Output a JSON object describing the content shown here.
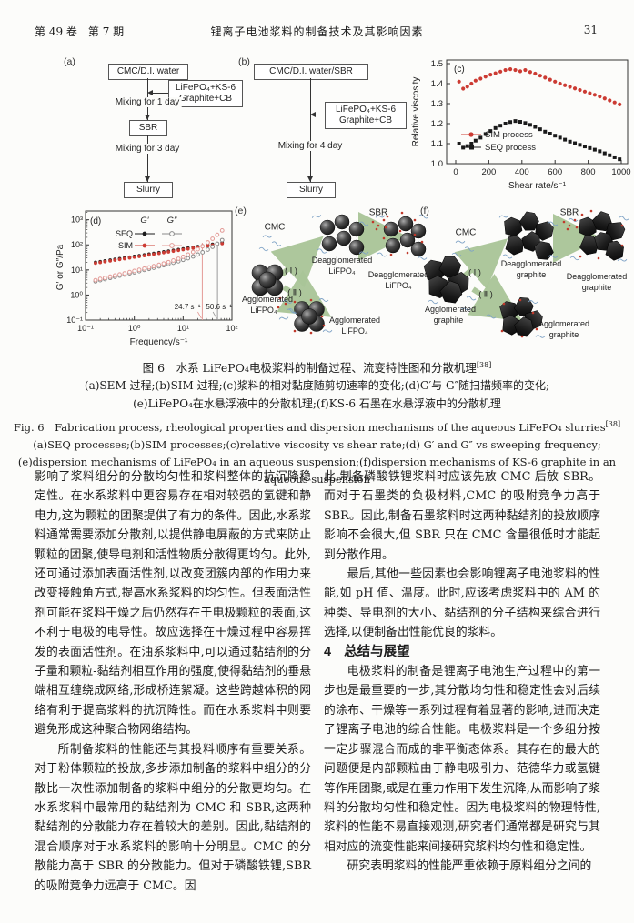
{
  "header": {
    "issue": "第 49 卷　第 7 期",
    "title": "锂离子电池浆料的制备技术及其影响因素",
    "page_number": "31"
  },
  "figure": {
    "flow_a": {
      "tag": "(a)",
      "top_box": "CMC/D.I. water",
      "side_box_line1": "LiFePO₄+KS-6",
      "side_box_line2": "Graphite+CB",
      "step1": "Mixing for 1 day",
      "mid_box": "SBR",
      "step2": "Mixing for 3 day",
      "end_box": "Slurry"
    },
    "flow_b": {
      "tag": "(b)",
      "top_box": "CMC/D.I. water/SBR",
      "side_box_line1": "LiFePO₄+KS-6",
      "side_box_line2": "Graphite+CB",
      "step1": "Mixing for 4 day",
      "end_box": "Slurry"
    },
    "diagram_e": {
      "tag": "(e)",
      "cmc": "CMC",
      "sbr": "SBR",
      "path1": "( Ⅰ )",
      "path2": "( Ⅱ )",
      "agglomerated": "Agglomerated",
      "deagglomerated": "Deagglomerated",
      "particle": "LiFPO₄"
    },
    "diagram_f": {
      "tag": "(f)",
      "cmc": "CMC",
      "sbr": "SBR",
      "path1": "( Ⅰ )",
      "path2": "( Ⅱ )",
      "agglomerated": "Agglomerated",
      "deagglomerated": "Deagglomerated",
      "particle": "graphite"
    }
  },
  "chart_data": [
    {
      "id": "c",
      "type": "scatter",
      "tag": "(c)",
      "xlabel": "Shear rate/s⁻¹",
      "ylabel": "Relative viscosity",
      "xlim": [
        0,
        1000
      ],
      "ylim": [
        1.0,
        1.5
      ],
      "xticks": [
        0,
        200,
        400,
        600,
        800,
        1000
      ],
      "yticks": [
        1.0,
        1.1,
        1.2,
        1.3,
        1.4,
        1.5
      ],
      "legend_position": "bottom-left",
      "series": [
        {
          "name": "SIM process",
          "color": "#cc3b33",
          "marker": "circle",
          "filled": true,
          "points": [
            [
              20,
              1.41
            ],
            [
              45,
              1.375
            ],
            [
              70,
              1.385
            ],
            [
              95,
              1.4
            ],
            [
              120,
              1.415
            ],
            [
              150,
              1.425
            ],
            [
              180,
              1.435
            ],
            [
              210,
              1.445
            ],
            [
              240,
              1.452
            ],
            [
              270,
              1.46
            ],
            [
              300,
              1.468
            ],
            [
              330,
              1.472
            ],
            [
              360,
              1.468
            ],
            [
              390,
              1.462
            ],
            [
              420,
              1.468
            ],
            [
              450,
              1.458
            ],
            [
              480,
              1.45
            ],
            [
              510,
              1.44
            ],
            [
              540,
              1.43
            ],
            [
              570,
              1.42
            ],
            [
              600,
              1.41
            ],
            [
              630,
              1.4
            ],
            [
              660,
              1.392
            ],
            [
              690,
              1.384
            ],
            [
              720,
              1.376
            ],
            [
              750,
              1.368
            ],
            [
              780,
              1.36
            ],
            [
              810,
              1.352
            ],
            [
              840,
              1.344
            ],
            [
              870,
              1.336
            ],
            [
              900,
              1.326
            ],
            [
              930,
              1.316
            ],
            [
              960,
              1.306
            ],
            [
              990,
              1.296
            ]
          ]
        },
        {
          "name": "SEQ process",
          "color": "#1a1a1a",
          "marker": "square",
          "filled": true,
          "points": [
            [
              20,
              1.1
            ],
            [
              45,
              1.08
            ],
            [
              70,
              1.088
            ],
            [
              95,
              1.1
            ],
            [
              120,
              1.115
            ],
            [
              150,
              1.13
            ],
            [
              180,
              1.148
            ],
            [
              210,
              1.163
            ],
            [
              240,
              1.178
            ],
            [
              270,
              1.19
            ],
            [
              300,
              1.2
            ],
            [
              330,
              1.208
            ],
            [
              360,
              1.213
            ],
            [
              390,
              1.209
            ],
            [
              420,
              1.203
            ],
            [
              450,
              1.194
            ],
            [
              480,
              1.184
            ],
            [
              510,
              1.172
            ],
            [
              540,
              1.16
            ],
            [
              570,
              1.15
            ],
            [
              600,
              1.14
            ],
            [
              630,
              1.13
            ],
            [
              660,
              1.12
            ],
            [
              690,
              1.11
            ],
            [
              720,
              1.102
            ],
            [
              750,
              1.094
            ],
            [
              780,
              1.086
            ],
            [
              810,
              1.078
            ],
            [
              840,
              1.07
            ],
            [
              870,
              1.062
            ],
            [
              900,
              1.052
            ],
            [
              930,
              1.042
            ],
            [
              960,
              1.032
            ],
            [
              990,
              1.022
            ]
          ]
        }
      ]
    },
    {
      "id": "d",
      "type": "scatter-loglog",
      "tag": "(d)",
      "xlabel": "Frequency/s⁻¹",
      "ylabel": "G′ or G″/Pa",
      "xlim": [
        0.1,
        100
      ],
      "ylim": [
        0.1,
        2000
      ],
      "xtick_labels": [
        "10⁻¹",
        "10⁰",
        "10¹",
        "10²"
      ],
      "ytick_labels": [
        "10⁻¹",
        "10⁰",
        "10¹",
        "10²",
        "10³"
      ],
      "legend_rows": [
        "SEQ",
        "SIM"
      ],
      "legend_cols": [
        "G′",
        "G″"
      ],
      "annotations": [
        {
          "label": "24.7 s⁻¹",
          "x": 24.7,
          "color": "#e39a96"
        },
        {
          "label": "50.6 s⁻¹",
          "x": 50.6,
          "color": "#999999"
        }
      ],
      "series": [
        {
          "name": "SEQ G′",
          "color": "#1a1a1a",
          "marker": "circle",
          "filled": true,
          "points": [
            [
              0.16,
              20
            ],
            [
              0.2,
              21.4
            ],
            [
              0.25,
              22.9
            ],
            [
              0.32,
              24.6
            ],
            [
              0.4,
              26.4
            ],
            [
              0.5,
              28.2
            ],
            [
              0.63,
              30.2
            ],
            [
              0.8,
              32.4
            ],
            [
              1,
              34.7
            ],
            [
              1.26,
              37.2
            ],
            [
              1.6,
              39.9
            ],
            [
              2,
              42.7
            ],
            [
              2.5,
              45.7
            ],
            [
              3.2,
              49.2
            ],
            [
              4,
              52.6
            ],
            [
              5,
              56.2
            ],
            [
              6.3,
              60.3
            ],
            [
              8,
              64.8
            ],
            [
              10,
              69.2
            ],
            [
              12.6,
              74.3
            ],
            [
              16,
              79.8
            ],
            [
              20,
              85.4
            ],
            [
              25,
              91.3
            ],
            [
              32,
              98.2
            ],
            [
              40,
              105
            ],
            [
              50,
              112
            ],
            [
              63,
              120
            ]
          ]
        },
        {
          "name": "SIM G′",
          "color": "#cc3b33",
          "marker": "circle",
          "filled": true,
          "points": [
            [
              0.16,
              18.6
            ],
            [
              0.2,
              19.9
            ],
            [
              0.25,
              21.3
            ],
            [
              0.32,
              22.9
            ],
            [
              0.4,
              24.6
            ],
            [
              0.5,
              26.2
            ],
            [
              0.63,
              28.1
            ],
            [
              0.8,
              30.1
            ],
            [
              1,
              32.3
            ],
            [
              1.26,
              34.6
            ],
            [
              1.6,
              37.1
            ],
            [
              2,
              39.7
            ],
            [
              2.5,
              42.5
            ],
            [
              3.2,
              45.8
            ],
            [
              4,
              48.9
            ],
            [
              5,
              52.3
            ],
            [
              6.3,
              56.1
            ],
            [
              8,
              60.3
            ],
            [
              10,
              64.4
            ],
            [
              12.6,
              69.1
            ],
            [
              16,
              74.2
            ],
            [
              20,
              79.4
            ],
            [
              25,
              84.9
            ],
            [
              32,
              91.3
            ],
            [
              40,
              97.7
            ],
            [
              50,
              104
            ],
            [
              63,
              112
            ]
          ]
        },
        {
          "name": "SEQ G″",
          "color": "#8a8a8a",
          "marker": "circle",
          "filled": false,
          "points": [
            [
              0.16,
              3.5
            ],
            [
              0.2,
              3.9
            ],
            [
              0.25,
              4.3
            ],
            [
              0.32,
              4.8
            ],
            [
              0.4,
              5.3
            ],
            [
              0.5,
              5.9
            ],
            [
              0.63,
              6.5
            ],
            [
              0.8,
              7.3
            ],
            [
              1,
              8.0
            ],
            [
              1.26,
              8.9
            ],
            [
              1.6,
              10.0
            ],
            [
              2,
              11.0
            ],
            [
              2.5,
              12.2
            ],
            [
              3.2,
              13.8
            ],
            [
              4,
              15.3
            ],
            [
              5,
              17.2
            ],
            [
              6.3,
              19.3
            ],
            [
              8,
              22.1
            ],
            [
              10,
              25.2
            ],
            [
              12.6,
              29.2
            ],
            [
              16,
              34.5
            ],
            [
              20,
              41.2
            ],
            [
              25,
              50.4
            ],
            [
              32,
              64.7
            ],
            [
              40,
              83.6
            ],
            [
              50,
              111
            ],
            [
              63,
              155
            ]
          ]
        },
        {
          "name": "SIM G″",
          "color": "#e39a96",
          "marker": "circle",
          "filled": false,
          "points": [
            [
              0.16,
              3.9
            ],
            [
              0.2,
              4.4
            ],
            [
              0.25,
              4.8
            ],
            [
              0.32,
              5.4
            ],
            [
              0.4,
              6.0
            ],
            [
              0.5,
              6.6
            ],
            [
              0.63,
              7.3
            ],
            [
              0.8,
              8.2
            ],
            [
              1,
              9.1
            ],
            [
              1.26,
              10.1
            ],
            [
              1.6,
              11.3
            ],
            [
              2,
              12.6
            ],
            [
              2.5,
              14.1
            ],
            [
              3.2,
              16.0
            ],
            [
              4,
              18.1
            ],
            [
              5,
              20.5
            ],
            [
              6.3,
              23.8
            ],
            [
              8,
              28.0
            ],
            [
              10,
              33.4
            ],
            [
              12.6,
              40.9
            ],
            [
              16,
              51.8
            ],
            [
              20,
              66.6
            ],
            [
              25,
              88.3
            ],
            [
              32,
              125
            ],
            [
              40,
              175
            ],
            [
              50,
              252
            ],
            [
              63,
              375
            ]
          ]
        }
      ]
    }
  ],
  "caption": {
    "zh_title": "图 6　水系 LiFePO₄电极浆料的制备过程、流变特性图和分散机理",
    "zh_ref": "[38]",
    "zh_line2": "(a)SEM 过程;(b)SIM 过程;(c)浆料的相对黏度随剪切速率的变化;(d)G′与 G″随扫描频率的变化;",
    "zh_line3": "(e)LiFePO₄在水悬浮液中的分散机理;(f)KS-6 石墨在水悬浮液中的分散机理",
    "en_title": "Fig. 6　Fabrication process, rheological properties and dispersion mechanisms of the aqueous LiFePO₄ slurries",
    "en_ref": "[38]",
    "en_line2": "(a)SEQ processes;(b)SIM processes;(c)relative viscosity vs shear rate;(d) G′ and G″ vs sweeping frequency;",
    "en_line3": "(e)dispersion mechanisms of LiFePO₄ in an aqueous suspension;(f)dispersion mechanisms of KS-6 graphite in an aqueous suspension"
  },
  "body": {
    "left_p1": "影响了浆料组分的分散均匀性和浆料整体的抗沉降稳定性。在水系浆料中更容易存在相对较强的氢键和静电力,这为颗粒的团聚提供了有力的条件。因此,水系浆料通常需要添加分散剂,以提供静电屏蔽的方式来防止颗粒的团聚,使导电剂和活性物质分散得更均匀。此外,还可通过添加表面活性剂,以改变团簇内部的作用力来改变接触角方式,提高水系浆料的均匀性。但表面活性剂可能在浆料干燥之后仍然存在于电极颗粒的表面,这不利于电极的电导性。故应选择在干燥过程中容易挥发的表面活性剂。在油系浆料中,可以通过黏结剂的分子量和颗粒-黏结剂相互作用的强度,使得黏结剂的垂悬端相互缠绕成网络,形成桥连絮凝。这些跨越体积的网络有利于提高浆料的抗沉降性。而在水系浆料中则要避免形成这种聚合物网络结构。",
    "left_p2": "所制备浆料的性能还与其投料顺序有重要关系。对于粉体颗粒的投放,多步添加制备的浆料中组分的分散比一次性添加制备的浆料中组分的分散更均匀。在水系浆料中最常用的黏结剂为 CMC 和 SBR,这两种黏结剂的分散能力存在着较大的差别。因此,黏结剂的混合顺序对于水系浆料的影响十分明显。CMC 的分散能力高于 SBR 的分散能力。但对于磷酸铁锂,SBR 的吸附竞争力远高于 CMC。因",
    "right_p1": "此,制备磷酸铁锂浆料时应该先放 CMC 后放 SBR。而对于石墨类的负极材料,CMC 的吸附竞争力高于 SBR。因此,制备石墨浆料时这两种黏结剂的投放顺序影响不会很大,但 SBR 只在 CMC 含量很低时才能起到分散作用。",
    "right_p2": "最后,其他一些因素也会影响锂离子电池浆料的性能,如 pH 值、温度。此时,应该考虑浆料中的 AM 的种类、导电剂的大小、黏结剂的分子结构来综合进行选择,以便制备出性能优良的浆料。",
    "section_num": "4",
    "section_title": "总结与展望",
    "right_p3": "电极浆料的制备是锂离子电池生产过程中的第一步也是最重要的一步,其分散均匀性和稳定性会对后续的涂布、干燥等一系列过程有着显著的影响,进而决定了锂离子电池的综合性能。电极浆料是一个多组分按一定步骤混合而成的非平衡态体系。其存在的最大的问题便是内部颗粒由于静电吸引力、范德华力或氢键等作用团聚,或是在重力作用下发生沉降,从而影响了浆料的分散均匀性和稳定性。因为电极浆料的物理特性,浆料的性能不易直接观测,研究者们通常都是研究与其相对应的流变性能来间接研究浆料均匀性和稳定性。",
    "right_p4": "研究表明浆料的性能严重依赖于原料组分之间的"
  }
}
